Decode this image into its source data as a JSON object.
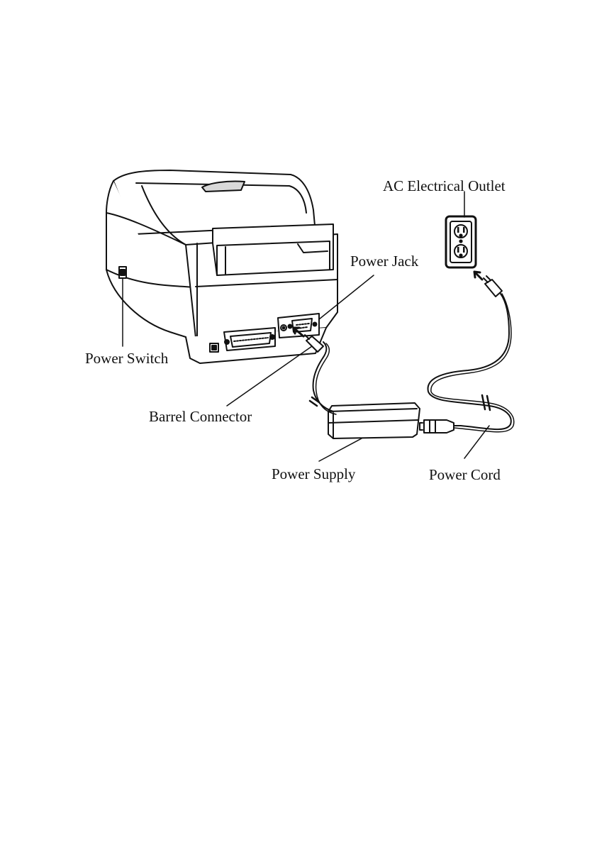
{
  "diagram": {
    "labels": {
      "ac_outlet": "AC Electrical Outlet",
      "power_jack": "Power Jack",
      "power_switch": "Power Switch",
      "barrel_connector": "Barrel Connector",
      "power_supply": "Power Supply",
      "power_cord": "Power Cord"
    },
    "colors": {
      "line": "#111111",
      "paper": "#ffffff",
      "shade": "#d9d9d9"
    }
  }
}
